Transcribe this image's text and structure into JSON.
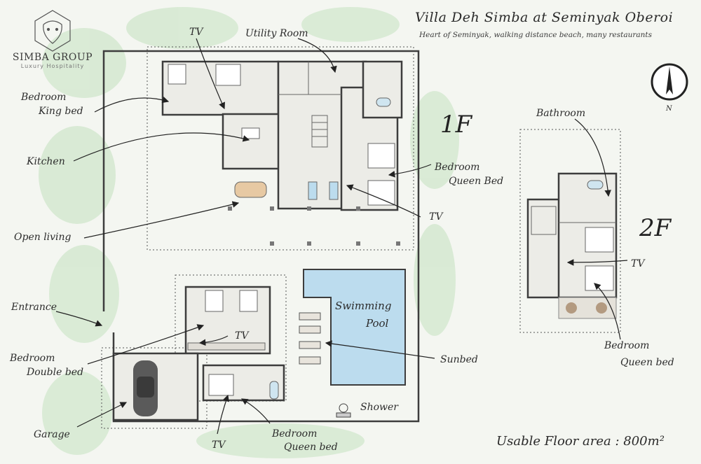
{
  "brand": {
    "name": "SIMBA GROUP",
    "tagline": "Luxury Hospitality"
  },
  "title": "Villa Deh Simba at Seminyak Oberoi",
  "subtitle": "Heart of Seminyak, walking distance beach, many restaurants",
  "compass": {
    "label": "N"
  },
  "floors": {
    "first": "1F",
    "second": "2F"
  },
  "usable_area": "Usable Floor area : 800m²",
  "labels": {
    "tv_top": "TV",
    "utility_room": "Utility Room",
    "bedroom_king_1": "Bedroom",
    "bedroom_king_2": "King bed",
    "kitchen": "Kitchen",
    "bedroom_queen_1f_1": "Bedroom",
    "bedroom_queen_1f_2": "Queen Bed",
    "tv_1f_right": "TV",
    "open_living": "Open living",
    "entrance": "Entrance",
    "tv_guest": "TV",
    "swimming_1": "Swimming",
    "swimming_2": "Pool",
    "bedroom_double_1": "Bedroom",
    "bedroom_double_2": "Double bed",
    "sunbed": "Sunbed",
    "shower": "Shower",
    "garage": "Garage",
    "tv_bottom": "TV",
    "bedroom_queen_bottom_1": "Bedroom",
    "bedroom_queen_bottom_2": "Queen bed",
    "bathroom_2f": "Bathroom",
    "tv_2f": "TV",
    "bedroom_queen_2f_1": "Bedroom",
    "bedroom_queen_2f_2": "Queen bed"
  },
  "colors": {
    "wall": "#3d3d3d",
    "pool": "#bcdcee",
    "greenery": "#cfe6cc",
    "room": "#e9e9e4"
  }
}
